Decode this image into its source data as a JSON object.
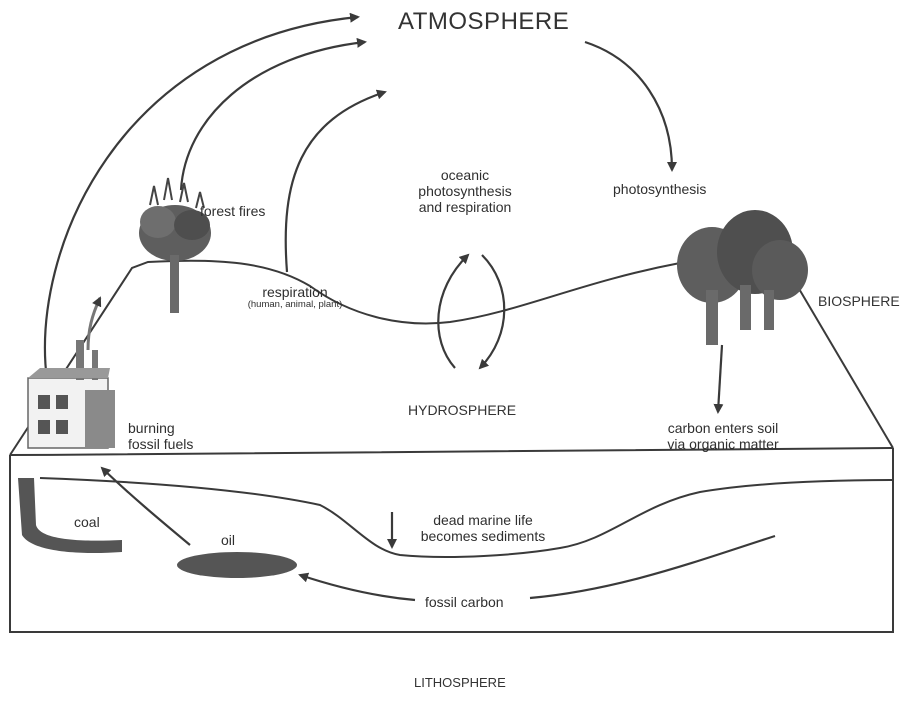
{
  "labels": {
    "atmosphere": "ATMOSPHERE",
    "biosphere": "BIOSPHERE",
    "hydrosphere": "HYDROSPHERE",
    "lithosphere": "LITHOSPHERE",
    "forest_fires": "forest fires",
    "respiration": "respiration",
    "respiration_detail": "(human, animal, plant)",
    "oceanic_line1": "oceanic",
    "oceanic_line2": "photosynthesis",
    "oceanic_line3": "and respiration",
    "photosynthesis": "photosynthesis",
    "burning_line1": "burning",
    "burning_line2": "fossil fuels",
    "carbon_soil_line1": "carbon enters soil",
    "carbon_soil_line2": "via organic matter",
    "dead_marine_line1": "dead marine life",
    "dead_marine_line2": "becomes sediments",
    "coal": "coal",
    "oil": "oil",
    "fossil_carbon": "fossil carbon"
  },
  "colors": {
    "line": "#3a3a3a",
    "tree": "#5e5e5e",
    "trunk": "#6a6a6a",
    "oil": "#555555",
    "coal": "#555555",
    "building": "#7a7a7a"
  }
}
